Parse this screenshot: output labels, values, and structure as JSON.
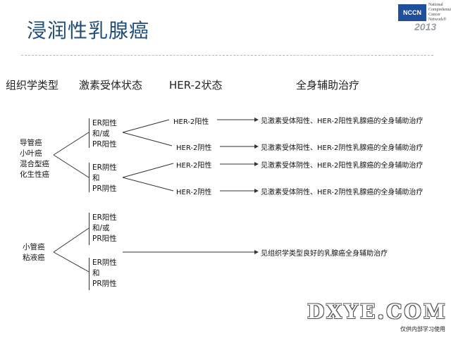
{
  "title": "浸润性乳腺癌",
  "logo": {
    "box_text": "NCCN",
    "text": "National Comprehensive Cancer Network®",
    "year": "2013"
  },
  "headers": {
    "histology": "组织学类型",
    "hormone": "激素受体状态",
    "her2": "HER-2状态",
    "therapy": "全身辅助治疗"
  },
  "group1": {
    "types": "导管癌\n小叶癌\n混合型癌\n化生性癌",
    "er_pos": "ER阳性\n和/或\nPR阳性",
    "er_neg": "ER阴性\n和\nPR阴性",
    "her2_a": "HER-2阳性",
    "her2_b": "HER-2阴性",
    "her2_c": "HER-2阳性",
    "her2_d": "HER-2阴性",
    "out_a": "见激素受体阳性、HER-2阳性乳腺癌的全身辅助治疗",
    "out_b": "见激素受体阳性、HER-2阴性乳腺癌的全身辅助治疗",
    "out_c": "见激素受体阴性、HER-2阳性乳腺癌的全身辅助治疗",
    "out_d": "见激素受体阴性、HER-2阴性乳腺癌的全身辅助治疗"
  },
  "group2": {
    "types": "小管癌\n粘液癌",
    "er_pos": "ER阳性\n和/或\nPR阳性",
    "er_neg": "ER阴性\n和\nPR阴性",
    "out": "见组织学类型良好的乳腺癌全身辅助治疗"
  },
  "watermark": "DXYE.COM",
  "internal_note": "仅供内部学习使用"
}
